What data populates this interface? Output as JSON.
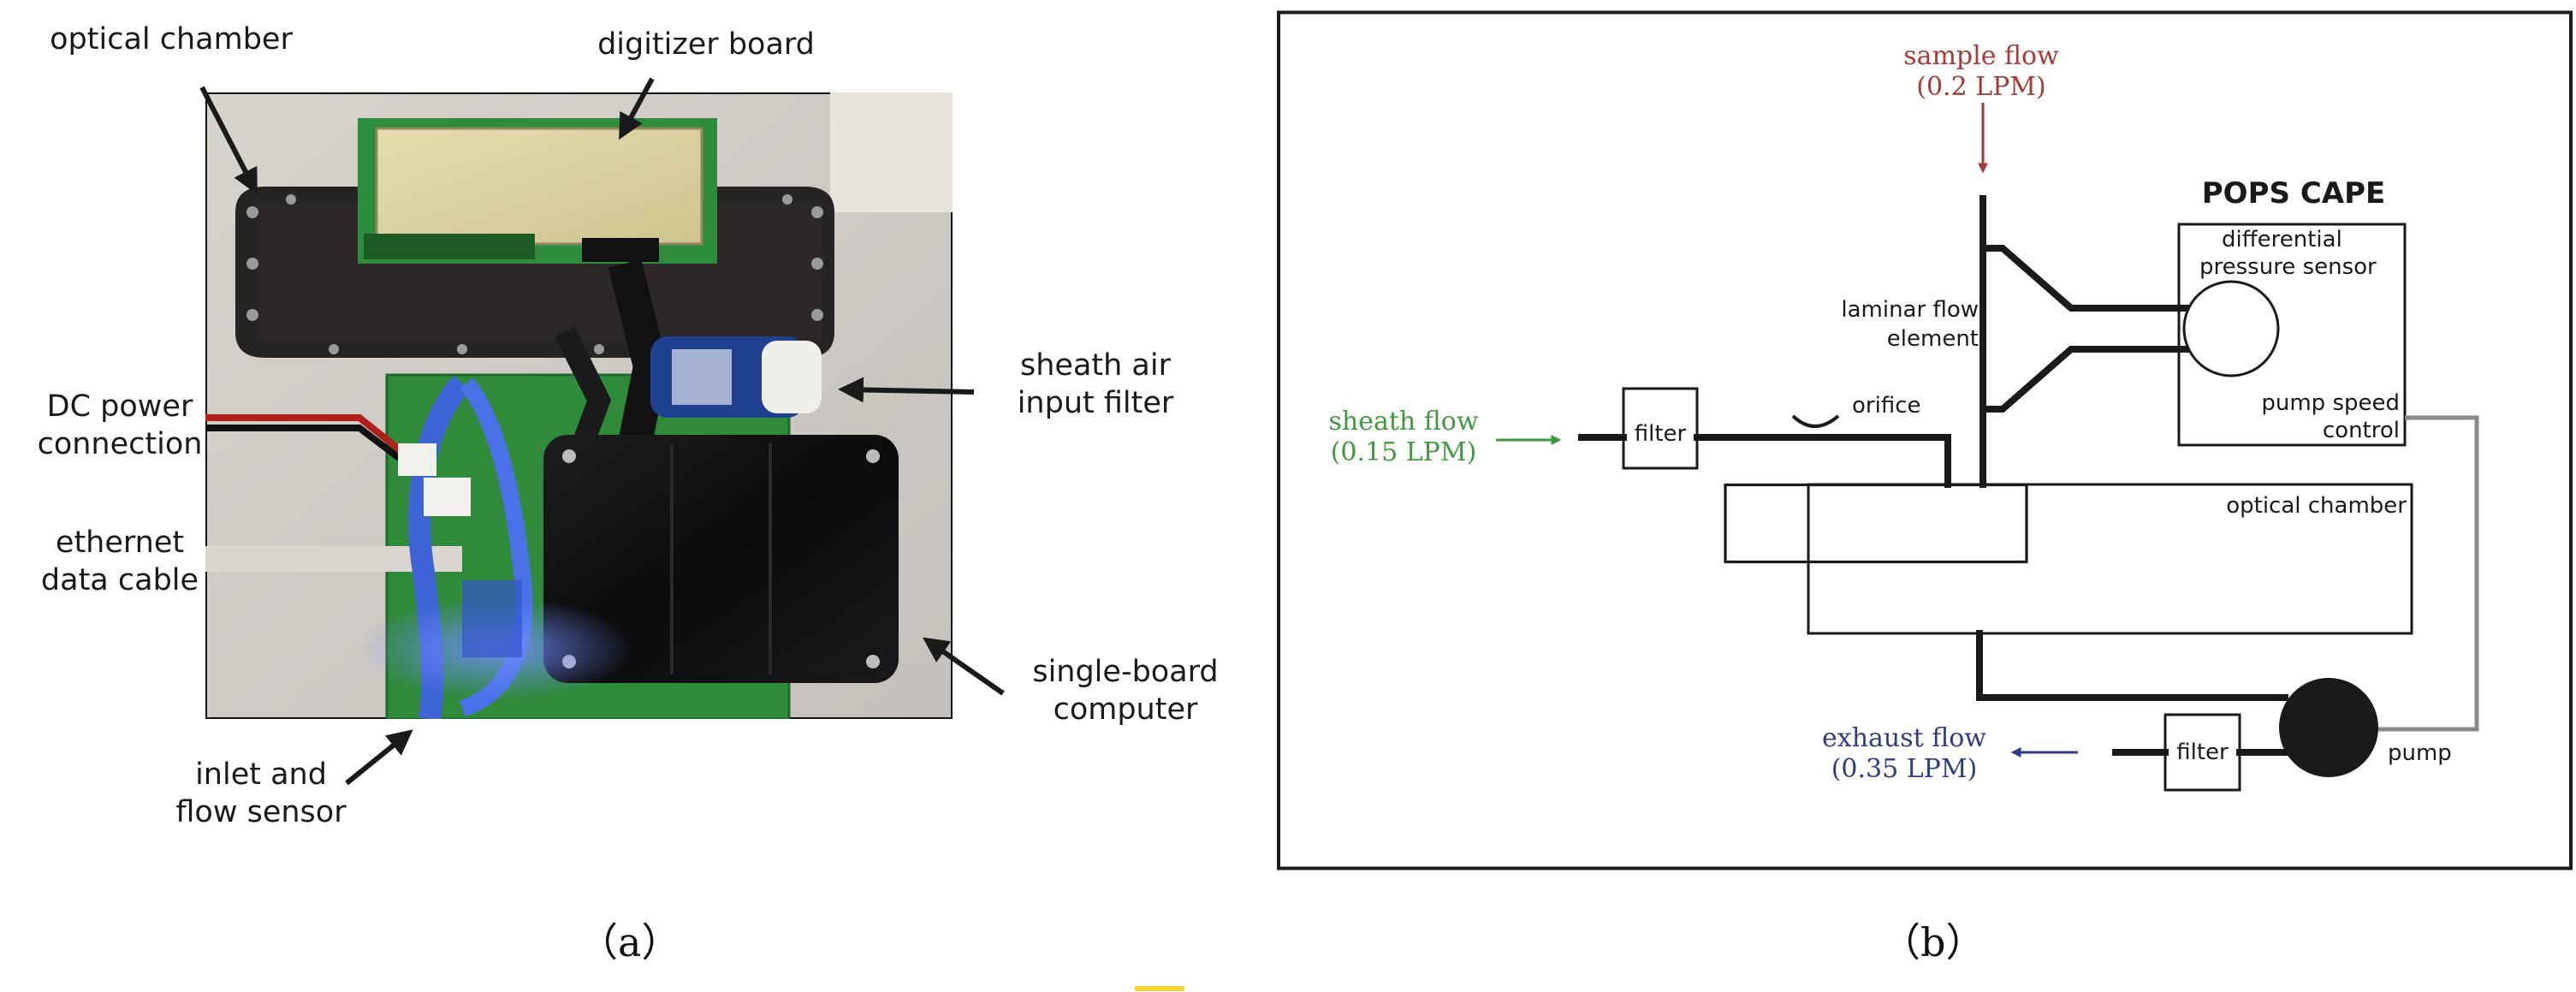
{
  "panel_a": {
    "caption": "（a）",
    "labels": {
      "optical_chamber": "optical chamber",
      "digitizer_board": "digitizer board",
      "sheath_air_filter": [
        "sheath air",
        "input filter"
      ],
      "dc_power": [
        "DC power",
        "connection"
      ],
      "ethernet": [
        "ethernet",
        "data cable"
      ],
      "single_board": [
        "single-board",
        "computer"
      ],
      "inlet_flow": [
        "inlet and",
        "flow sensor"
      ]
    }
  },
  "panel_b": {
    "caption": "（b）",
    "title": "POPS CAPE",
    "sample_flow": [
      "sample flow",
      "(0.2 LPM)"
    ],
    "sheath_flow": [
      "sheath flow",
      "(0.15 LPM)"
    ],
    "exhaust_flow": [
      "exhaust flow",
      "(0.35 LPM)"
    ],
    "filter_label": "filter",
    "orifice": "orifice",
    "laminar_flow": [
      "laminar flow",
      "element"
    ],
    "diff_pressure": [
      "differential",
      "pressure sensor"
    ],
    "pump_speed": [
      "pump speed",
      "control"
    ],
    "optical_chamber": "optical chamber",
    "pump": "pump",
    "colors": {
      "sample": "#a83a36",
      "sheath": "#3f9a3c",
      "exhaust": "#2e3d85",
      "line": "#1a1a1a"
    }
  }
}
